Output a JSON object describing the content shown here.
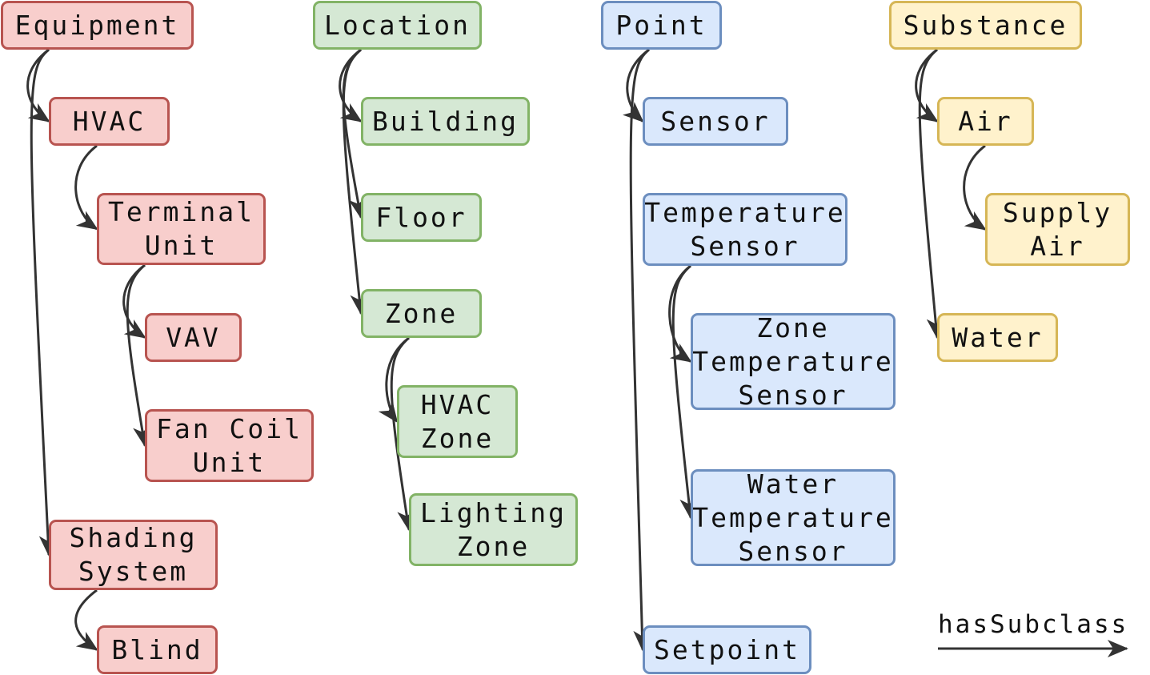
{
  "colors": {
    "equipment": {
      "fill": "#f8cecc",
      "stroke": "#b85450"
    },
    "location": {
      "fill": "#d5e8d4",
      "stroke": "#82b366"
    },
    "point": {
      "fill": "#dae8fc",
      "stroke": "#6c8ebf"
    },
    "substance": {
      "fill": "#fff2cc",
      "stroke": "#d6b656"
    },
    "edge": "#333333"
  },
  "nodes": {
    "equipment": "Equipment",
    "hvac": "HVAC",
    "terminal_unit": "Terminal\nUnit",
    "vav": "VAV",
    "fan_coil_unit": "Fan Coil\nUnit",
    "shading_system": "Shading\nSystem",
    "blind": "Blind",
    "location": "Location",
    "building": "Building",
    "floor": "Floor",
    "zone": "Zone",
    "hvac_zone": "HVAC\nZone",
    "lighting_zone": "Lighting\nZone",
    "point": "Point",
    "sensor": "Sensor",
    "temperature_sensor": "Temperature\nSensor",
    "zone_temperature_sensor": "Zone\nTemperature\nSensor",
    "water_temperature_sensor": "Water\nTemperature\nSensor",
    "setpoint": "Setpoint",
    "substance": "Substance",
    "air": "Air",
    "supply_air": "Supply\nAir",
    "water": "Water"
  },
  "edges": [
    {
      "from": "equipment",
      "to": "hvac"
    },
    {
      "from": "equipment",
      "to": "shading_system"
    },
    {
      "from": "hvac",
      "to": "terminal_unit"
    },
    {
      "from": "terminal_unit",
      "to": "vav"
    },
    {
      "from": "terminal_unit",
      "to": "fan_coil_unit"
    },
    {
      "from": "shading_system",
      "to": "blind"
    },
    {
      "from": "location",
      "to": "building"
    },
    {
      "from": "location",
      "to": "floor"
    },
    {
      "from": "location",
      "to": "zone"
    },
    {
      "from": "zone",
      "to": "hvac_zone"
    },
    {
      "from": "zone",
      "to": "lighting_zone"
    },
    {
      "from": "point",
      "to": "sensor"
    },
    {
      "from": "point",
      "to": "setpoint"
    },
    {
      "from": "temperature_sensor",
      "to": "zone_temperature_sensor"
    },
    {
      "from": "temperature_sensor",
      "to": "water_temperature_sensor"
    },
    {
      "from": "substance",
      "to": "air"
    },
    {
      "from": "substance",
      "to": "water"
    },
    {
      "from": "air",
      "to": "supply_air"
    }
  ],
  "legend": {
    "label": "hasSubclass"
  }
}
